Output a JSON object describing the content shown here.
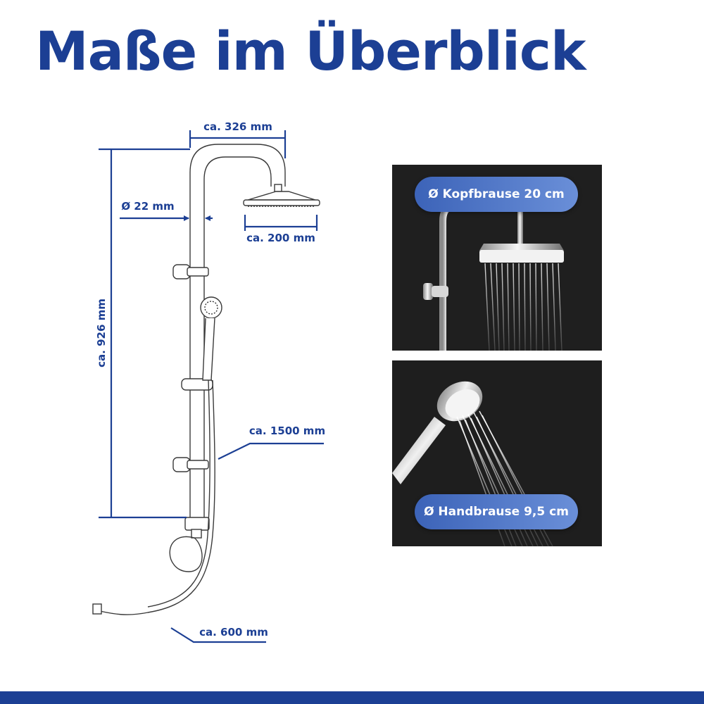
{
  "title": "Maße im Überblick",
  "dimensions": {
    "rail_width": "ca. 326 mm",
    "pipe_diameter": "Ø 22 mm",
    "head_width": "ca. 200 mm",
    "rail_height": "ca. 926 mm",
    "hose_length": "ca. 1500 mm",
    "connection_length": "ca. 600 mm"
  },
  "photos": {
    "head_shower_label": "Ø Kopfbrause 20 cm",
    "hand_shower_label": "Ø Handbrause 9,5 cm"
  },
  "colors": {
    "brand_blue": "#1c3f94",
    "pill_start": "#3c63b8",
    "pill_end": "#6a8fd8",
    "photo_background": "#1c1c1c"
  }
}
